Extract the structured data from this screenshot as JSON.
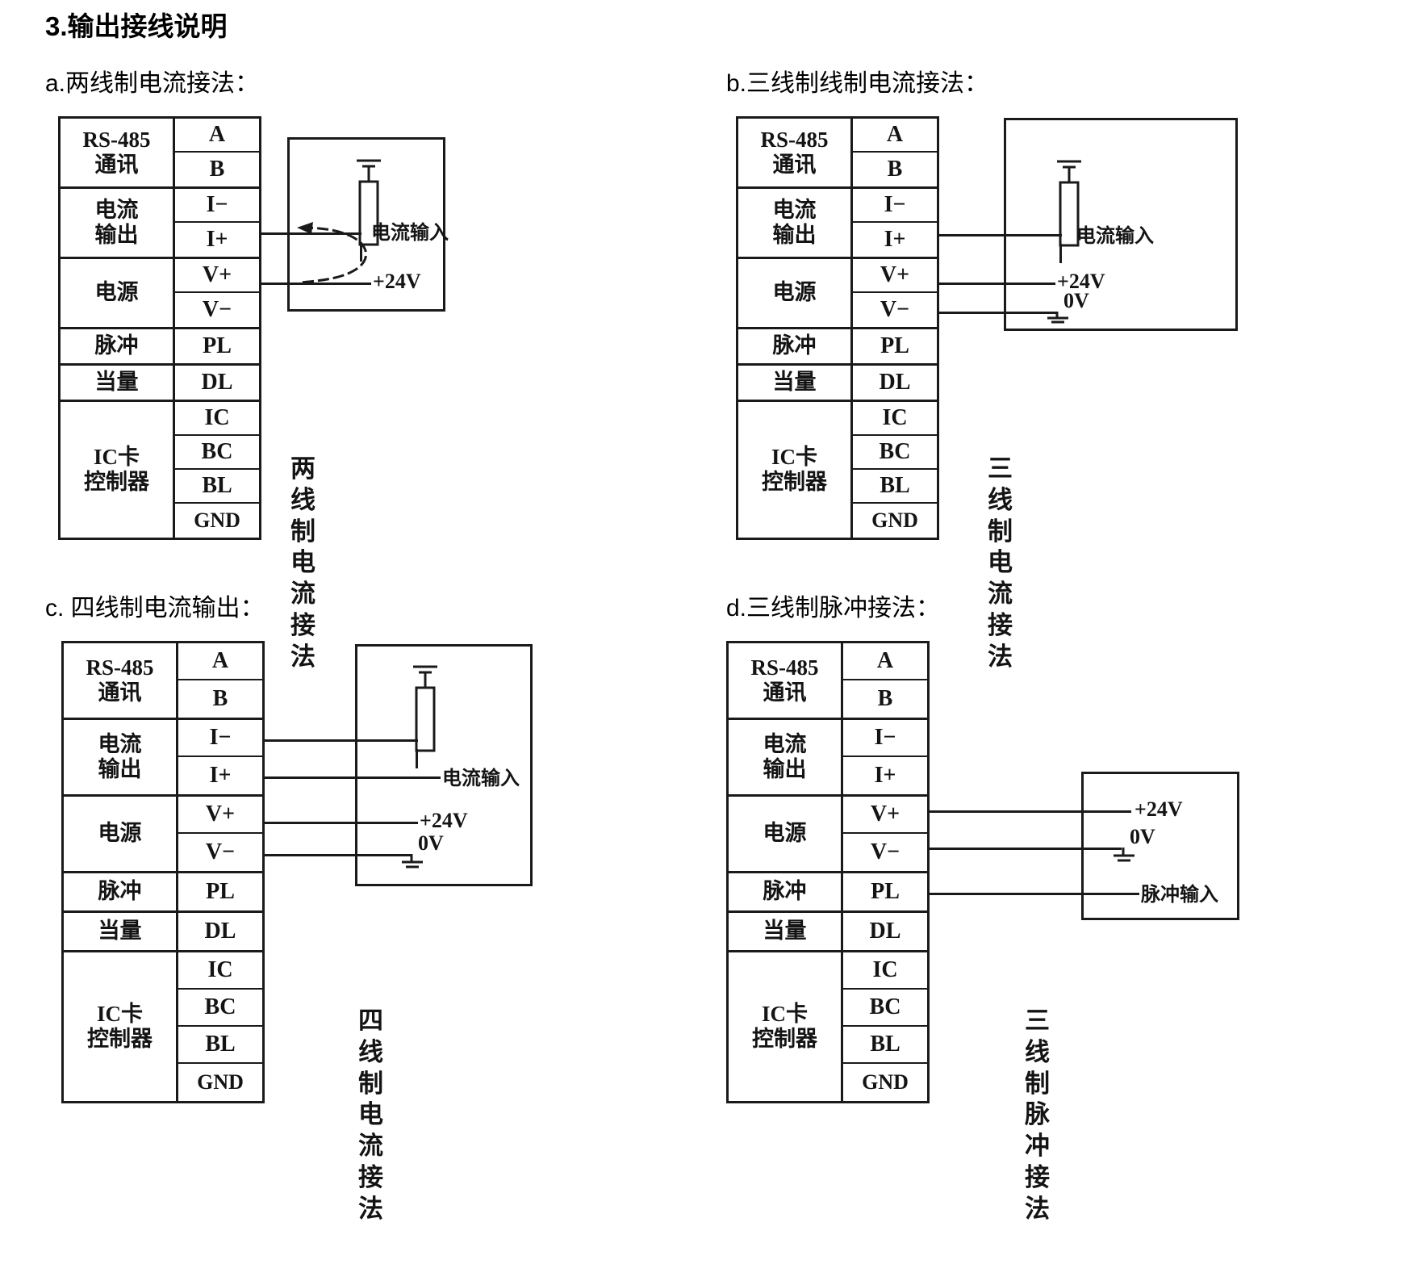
{
  "document": {
    "title": "3.输出接线说明"
  },
  "sections": [
    {
      "id": "a",
      "label": "a.两线制电流接法："
    },
    {
      "id": "b",
      "label": "b.三线制线制电流接法："
    },
    {
      "id": "c",
      "label": "c. 四线制电流输出："
    },
    {
      "id": "d",
      "label": "d.三线制脉冲接法："
    }
  ],
  "terminal_table": {
    "groups": [
      {
        "name": "RS-485\n通讯",
        "terminals": [
          "A",
          "B"
        ]
      },
      {
        "name": "电流\n输出",
        "terminals": [
          "I−",
          "I+"
        ]
      },
      {
        "name": "电源",
        "terminals": [
          "V+",
          "V−"
        ]
      },
      {
        "name": "脉冲",
        "terminals": [
          "PL"
        ]
      },
      {
        "name": "当量",
        "terminals": [
          "DL"
        ]
      },
      {
        "name": "IC卡\n控制器",
        "terminals": [
          "IC",
          "BC",
          "BL",
          "GND"
        ]
      }
    ]
  },
  "figures": {
    "a": {
      "caption": "两线制电\n流接法",
      "signal_labels": [
        {
          "name": "current-input",
          "text": "电流输入"
        },
        {
          "name": "supply-24v",
          "text": "+24V"
        }
      ],
      "connections": [
        "I+ → 电流输入",
        "V+ → +24V"
      ],
      "has_current_arrow": true,
      "has_resistor": true,
      "has_ground_symbol": true
    },
    "b": {
      "caption": "三线制电\n流接法",
      "signal_labels": [
        {
          "name": "current-input",
          "text": "电流输入"
        },
        {
          "name": "supply-24v",
          "text": "+24V"
        },
        {
          "name": "supply-0v",
          "text": "0V"
        }
      ],
      "connections": [
        "I+ → 电流输入",
        "V+ → +24V",
        "V− → 0V"
      ],
      "has_current_arrow": false,
      "has_resistor": true,
      "has_ground_symbol": true
    },
    "c": {
      "caption": "四线制电\n流接法",
      "signal_labels": [
        {
          "name": "current-input",
          "text": "电流输入"
        },
        {
          "name": "supply-24v",
          "text": "+24V"
        },
        {
          "name": "supply-0v",
          "text": "0V"
        }
      ],
      "connections": [
        "I− → 电阻",
        "I+ → 电流输入",
        "V+ → +24V",
        "V− → 0V"
      ],
      "has_current_arrow": false,
      "has_resistor": true,
      "has_ground_symbol": true
    },
    "d": {
      "caption": "三线制脉\n冲接法",
      "signal_labels": [
        {
          "name": "supply-24v",
          "text": "+24V"
        },
        {
          "name": "supply-0v",
          "text": "0V"
        },
        {
          "name": "pulse-input",
          "text": "脉冲输入"
        }
      ],
      "connections": [
        "V+ → +24V",
        "V− → 0V",
        "PL → 脉冲输入"
      ],
      "has_current_arrow": false,
      "has_resistor": false,
      "has_ground_symbol": true
    }
  },
  "colors": {
    "ink": "#141414",
    "line": "#1a1a1a",
    "background": "#ffffff"
  }
}
